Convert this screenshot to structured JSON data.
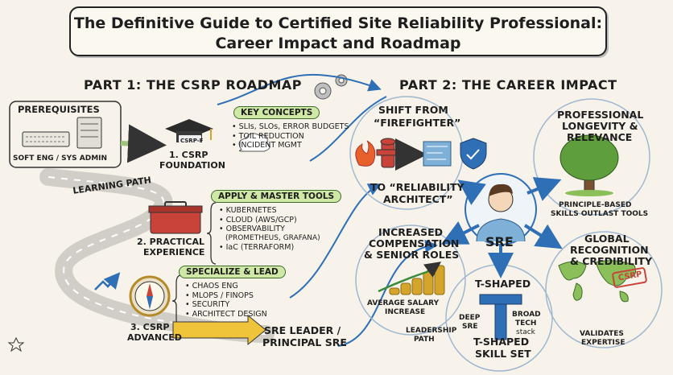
{
  "header": {
    "title_line1": "The Definitive Guide to Certified Site Reliability Professional:",
    "title_line2": "Career Impact and Roadmap"
  },
  "part1": {
    "heading": "PART 1: THE CSRP ROADMAP",
    "prerequisites": "PREREQUISITES",
    "prereq_caption": "SOFT ENG / SYS ADMIN",
    "learning_path": "LEARNING PATH",
    "foundation": {
      "hat_label": "CSRP-F",
      "line1": "1. CSRP",
      "line2": "FOUNDATION"
    },
    "key_concepts": {
      "label": "KEY CONCEPTS",
      "items": [
        "SLIs, SLOs, ERROR BUDGETS",
        "TOIL REDUCTION",
        "INCIDENT MGMT"
      ]
    },
    "practical": {
      "line1": "2. PRACTICAL",
      "line2": "EXPERIENCE"
    },
    "tools": {
      "label": "APPLY & MASTER TOOLS",
      "items": [
        "KUBERNETES",
        "CLOUD (AWS/GCP)",
        "OBSERVABILITY",
        "IaC (TERRAFORM)"
      ],
      "observability_sub": "(PROMETHEUS, GRAFANA)"
    },
    "specialize": {
      "label": "SPECIALIZE & LEAD",
      "items": [
        "CHAOS ENG",
        "MLOPS / FINOPS",
        "SECURITY",
        "ARCHITECT DESIGN"
      ]
    },
    "advanced": {
      "line1": "3. CSRP",
      "line2": "ADVANCED"
    },
    "leader": {
      "line1": "SRE LEADER /",
      "line2": "PRINCIPAL SRE"
    }
  },
  "part2": {
    "heading": "PART 2: THE CAREER IMPACT",
    "center_label": "SRE",
    "shift": {
      "line1": "SHIFT FROM",
      "line2": "“FIREFIGHTER”",
      "to1": "TO “RELIABILITY",
      "to2": "ARCHITECT”"
    },
    "longevity": {
      "line1": "PROFESSIONAL",
      "line2": "LONGEVITY &",
      "line3": "RELEVANCE",
      "sub1": "PRINCIPLE-BASED",
      "sub2": "SKILLS OUTLAST TOOLS"
    },
    "compensation": {
      "line1": "INCREASED",
      "line2": "COMPENSATION",
      "line3": "& SENIOR ROLES",
      "sub1": "AVERAGE SALARY",
      "sub2": "INCREASE",
      "sub3": "LEADERSHIP",
      "sub4": "PATH"
    },
    "tshaped": {
      "heading": "T-SHAPED",
      "letter": "T",
      "deep1": "DEEP",
      "deep2": "SRE",
      "broad1": "BROAD",
      "broad2": "TECH",
      "broad3": "stack",
      "foot1": "T-SHAPED",
      "foot2": "SKILL SET"
    },
    "recognition": {
      "line1": "GLOBAL",
      "line2": "RECOGNITION",
      "line3": "& CREDIBILITY",
      "stamp": "CSRP",
      "sub1": "VALIDATES",
      "sub2": "EXPERTISE"
    }
  },
  "colors": {
    "background": "#f7f3ea",
    "badge_green": "#cfe8a6",
    "arrow_blue": "#2f6fb5",
    "toolbox_red": "#c8433a",
    "sre_blue": "#7fb0d8",
    "gold": "#d4a52a"
  }
}
